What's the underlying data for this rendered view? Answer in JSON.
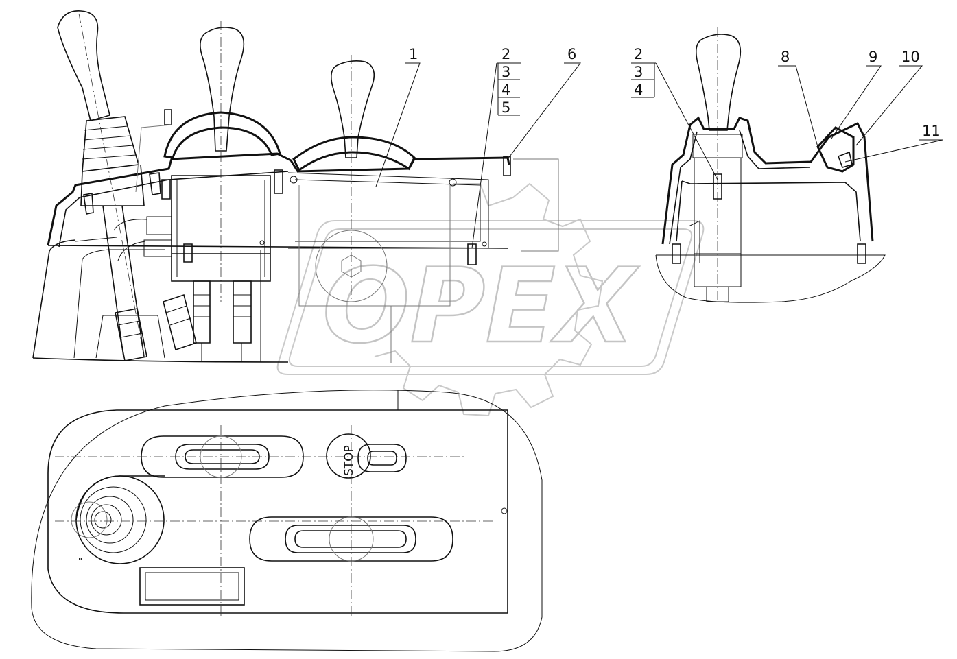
{
  "callouts": {
    "c1": "1",
    "c2a": "2",
    "c3a": "3",
    "c4a": "4",
    "c5a": "5",
    "c6": "6",
    "c2b": "2",
    "c3b": "3",
    "c4b": "4",
    "c8": "8",
    "c9": "9",
    "c10": "10",
    "c11": "11"
  },
  "panel_text": {
    "stop": "STOP"
  },
  "watermark": {
    "brand": "OPEX"
  }
}
